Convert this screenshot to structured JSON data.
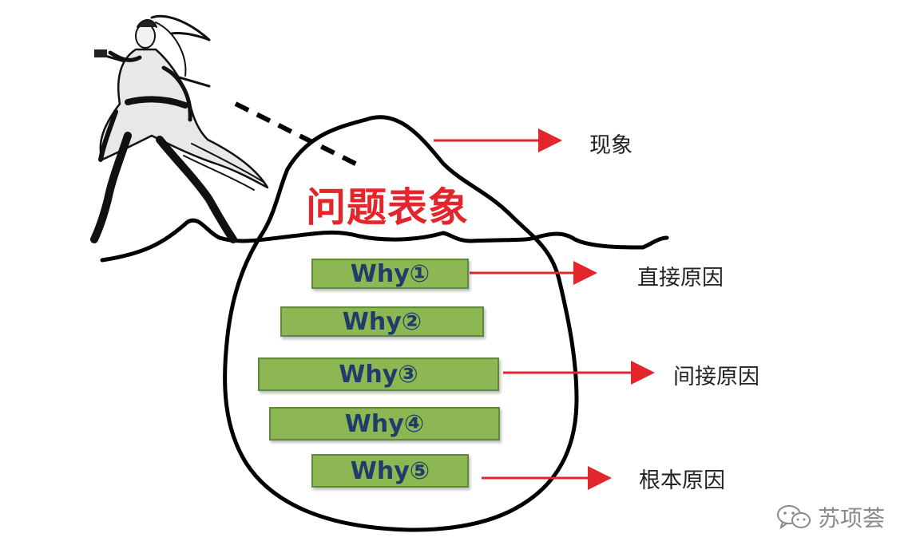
{
  "diagram": {
    "title": "问题表象",
    "surface_label": "现象",
    "why_boxes": [
      "Why①",
      "Why②",
      "Why③",
      "Why④",
      "Why⑤"
    ],
    "cause_labels": {
      "direct": "直接原因",
      "indirect": "间接原因",
      "root": "根本原因"
    },
    "watermark": "苏项荟",
    "colors": {
      "arrow": "#e3262b",
      "box_fill": "#8cb752",
      "box_text": "#1f3c6b",
      "title": "#e3262b"
    }
  }
}
